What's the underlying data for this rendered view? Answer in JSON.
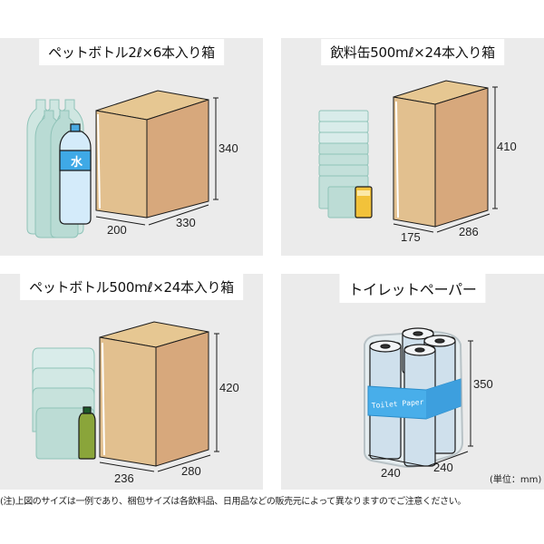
{
  "panels": [
    {
      "title": "ペットボトル2ℓ×6本入り箱",
      "dimensions": {
        "width": "200",
        "depth": "330",
        "height": "340"
      },
      "illustration": "pet-bottle-2l-icon",
      "bottle_label": "水"
    },
    {
      "title": "飲料缶500mℓ×24本入り箱",
      "dimensions": {
        "width": "175",
        "depth": "286",
        "height": "410"
      },
      "illustration": "beverage-can-icon"
    },
    {
      "title": "ペットボトル500mℓ×24本入り箱",
      "dimensions": {
        "width": "236",
        "depth": "280",
        "height": "420"
      },
      "illustration": "pet-bottle-500ml-icon"
    },
    {
      "title": "トイレットペーパー",
      "dimensions": {
        "width": "240",
        "depth": "240",
        "height": "350"
      },
      "illustration": "toilet-paper-pack-icon",
      "band_label": "Toilet Paper"
    }
  ],
  "unit_label": "(単位：mm)",
  "footnote": "(注)上図のサイズは一例であり、梱包サイズは各飲料品、日用品などの販売元によって異なりますのでご注意ください。",
  "colors": {
    "panel_bg": "#ebebeb",
    "box_front": "#e2c08f",
    "box_side": "#d7a87c",
    "box_top": "#e6c792",
    "bottle_ghost": "#bfdcd6",
    "water_label": "#3fa9e6",
    "band_blue": "#48aeea"
  }
}
